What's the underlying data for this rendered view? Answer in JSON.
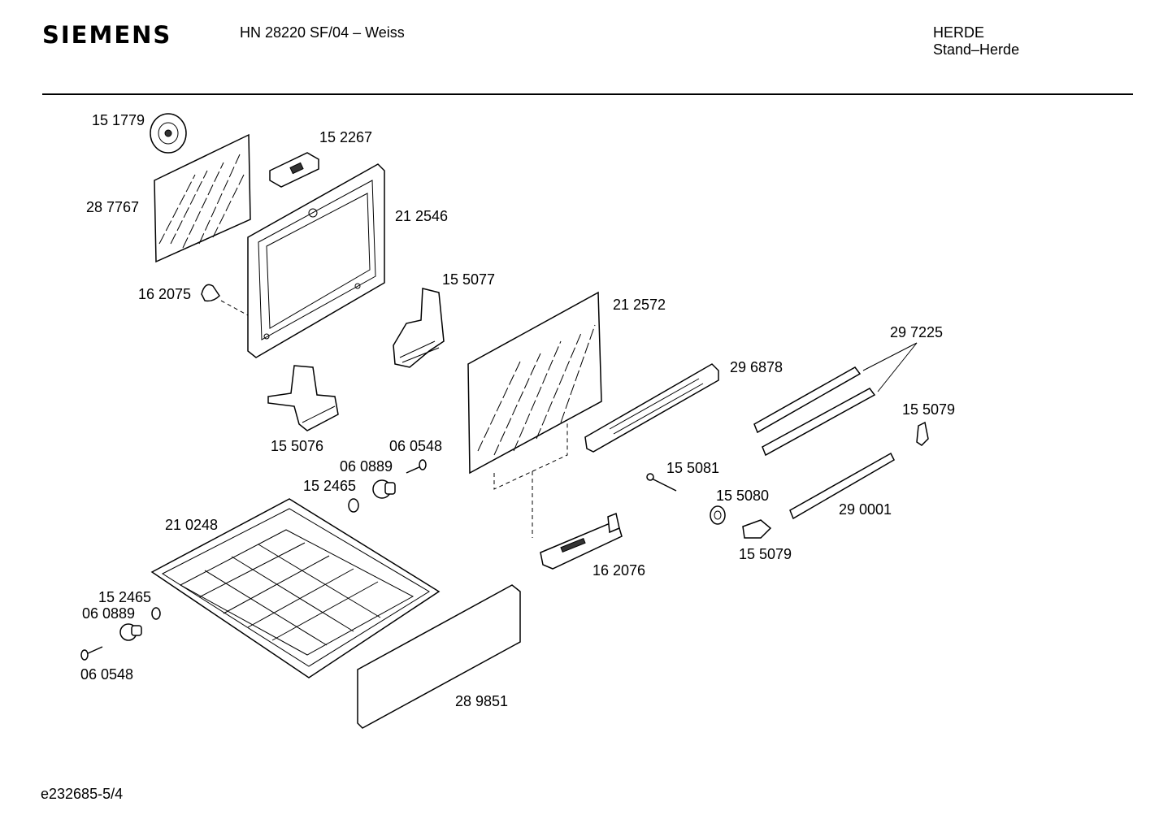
{
  "header": {
    "brand": "SIEMENS",
    "model": "HN 28220 SF/04 – Weiss",
    "category": "HERDE",
    "subcategory": "Stand–Herde"
  },
  "footer": {
    "doc_id": "e232685-5/4"
  },
  "parts": {
    "p151779": "15 1779",
    "p152267": "15 2267",
    "p287767": "28 7767",
    "p212546": "21 2546",
    "p155077": "15 5077",
    "p162075": "16 2075",
    "p212572": "21 2572",
    "p297225": "29 7225",
    "p296878": "29 6878",
    "p155079a": "15 5079",
    "p155076": "15 5076",
    "p060548a": "06 0548",
    "p060889a": "06 0889",
    "p152465a": "15 2465",
    "p155081": "15 5081",
    "p155080": "15 5080",
    "p290001": "29 0001",
    "p210248": "21 0248",
    "p155079b": "15 5079",
    "p162076": "16 2076",
    "p152465b": "15 2465",
    "p060889b": "06 0889",
    "p060548b": "06 0548",
    "p289851": "28 9851"
  }
}
